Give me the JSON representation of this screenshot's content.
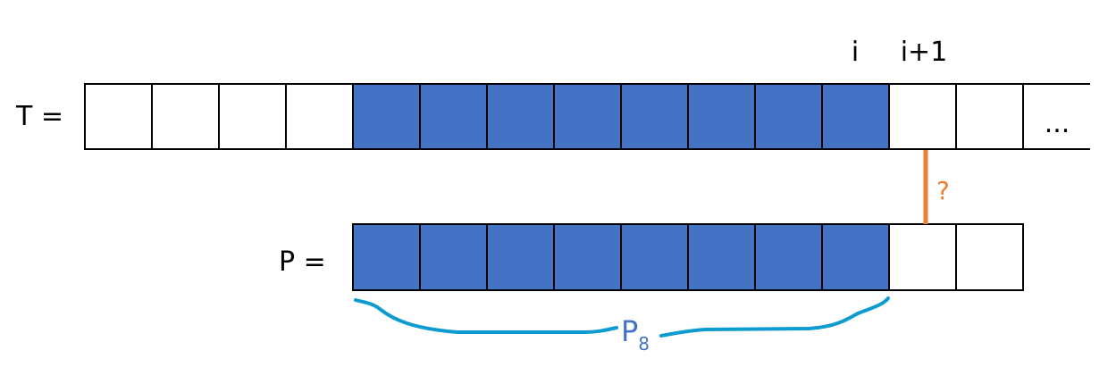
{
  "text_array": {
    "label": "T =",
    "cells_total": 15,
    "filled_count": 8,
    "filled_start": 4,
    "ellipsis": "...",
    "index_labels": {
      "i": "i",
      "i_plus_1": "i+1"
    }
  },
  "pattern_array": {
    "label": "P =",
    "cells_total": 10,
    "filled_count": 8
  },
  "comparison_mark": "?",
  "prefix_brace": {
    "label": "P",
    "subscript": "8"
  },
  "colors": {
    "filled": "#4472C4",
    "empty": "#FFFFFF",
    "border": "#000000",
    "mismatch": "#ED7D31",
    "brace": "#0E9BD0",
    "prefix_label": "#4472C4"
  }
}
